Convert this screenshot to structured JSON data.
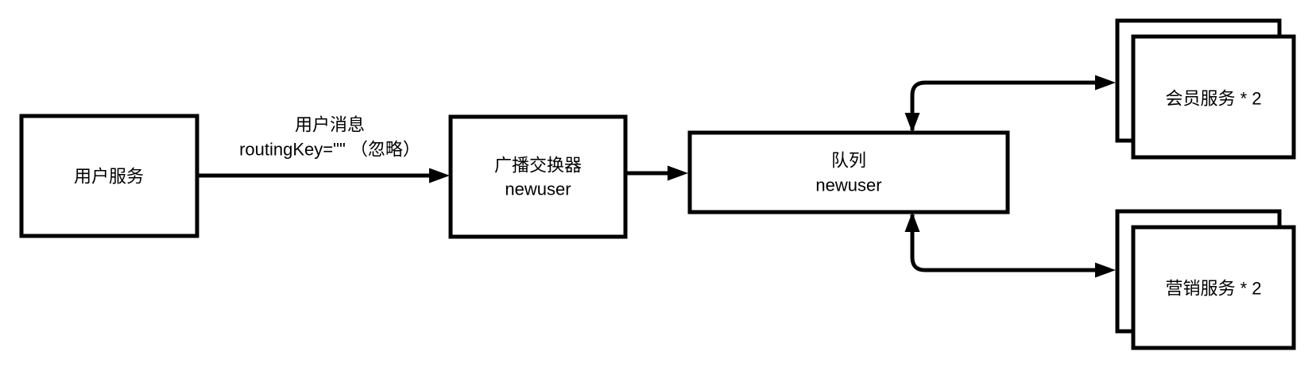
{
  "diagram": {
    "colors": {
      "background": "#ffffff",
      "stroke": "#000000",
      "box_fill": "#ffffff",
      "text": "#000000"
    },
    "nodes": {
      "user_service": {
        "label": "用户服务"
      },
      "broadcast_exchange": {
        "line1": "广播交换器",
        "line2": "newuser"
      },
      "queue": {
        "line1": "队列",
        "line2": "newuser"
      },
      "member_service": {
        "label": "会员服务 * 2"
      },
      "marketing_service": {
        "label": "营销服务 * 2"
      }
    },
    "edges": {
      "user_message": {
        "line1": "用户消息",
        "line2": "routingKey=\"\" （忽略）"
      }
    }
  }
}
